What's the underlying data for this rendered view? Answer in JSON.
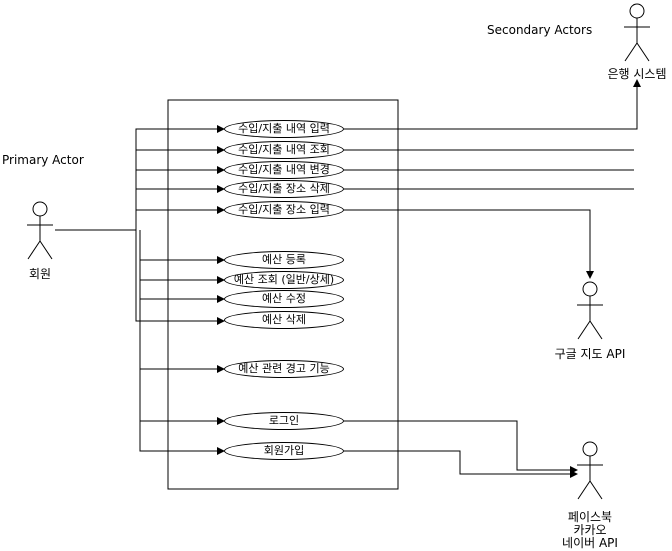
{
  "labels": {
    "secondary_actors": "Secondary Actors",
    "primary_actor": "Primary Actor"
  },
  "actors": {
    "member": "회원",
    "bank": "은행 시스템",
    "google": "구글 지도 API",
    "social_1": "페이스북",
    "social_2": "카카오",
    "social_3": "네이버 API"
  },
  "use_cases": [
    "수입/지출 내역 입력",
    "수입/지출 내역 조회",
    "수입/지출 내역 변경",
    "수입/지출 장소 삭제",
    "수입/지출 장소 입력",
    "예산 등록",
    "예산 조회 (일반/상세)",
    "예산 수정",
    "예산 삭제",
    "예산 관련 경고 기능",
    "로그인",
    "회원가입"
  ]
}
